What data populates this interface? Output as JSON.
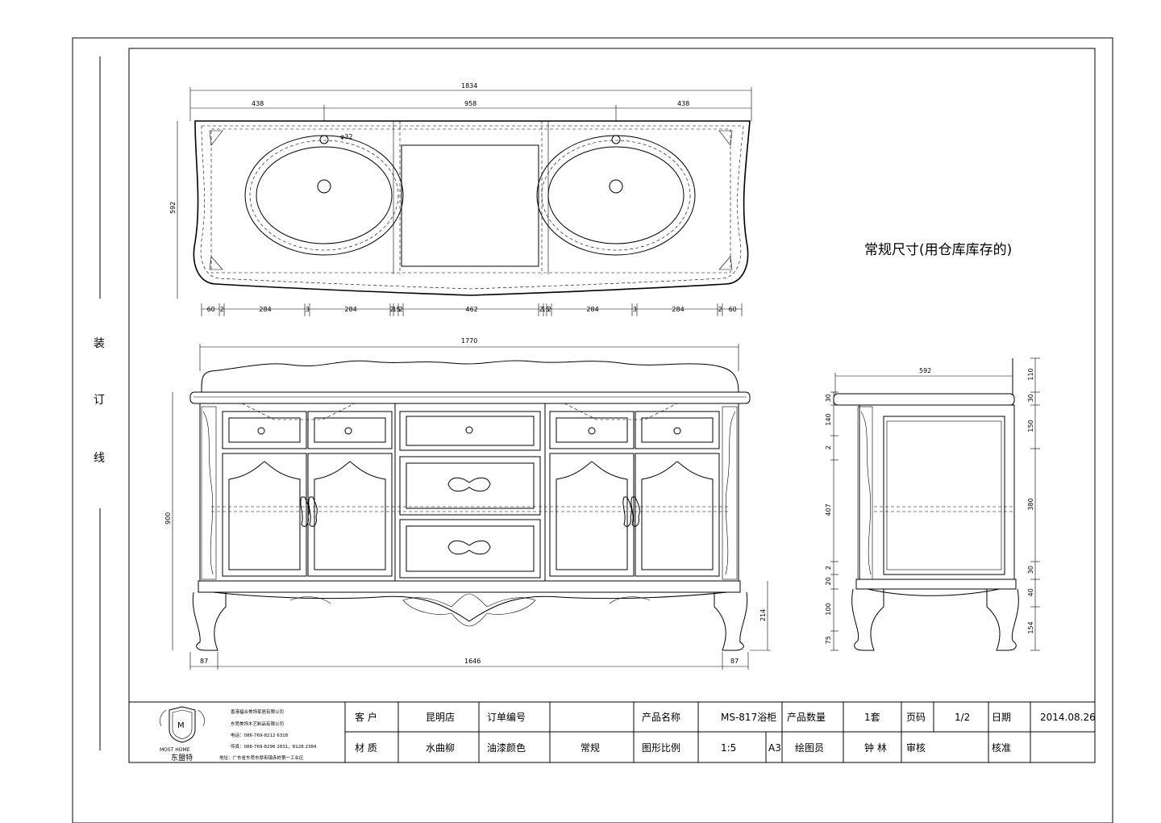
{
  "binding_line": [
    "装",
    "订",
    "线"
  ],
  "heading": "常规尺寸(用仓库库存的)",
  "top_view": {
    "overall": "1834",
    "top_segments": [
      "438",
      "958",
      "438"
    ],
    "depth": "592",
    "hole": "φ32",
    "bottom_segments": [
      "60",
      "2",
      "284",
      "3",
      "284",
      "2",
      "15",
      "2",
      "462",
      "2",
      "15",
      "2",
      "284",
      "3",
      "284",
      "2",
      "60"
    ]
  },
  "front_view": {
    "top_width": "1770",
    "height": "900",
    "leg_height": "214",
    "base_left": "87",
    "base_width": "1646",
    "base_right": "87"
  },
  "side_view": {
    "width": "592",
    "left_dims": [
      "30",
      "140",
      "2",
      "407",
      "2",
      "20",
      "100",
      "75"
    ],
    "right_dims": [
      "110",
      "30",
      "150",
      "380",
      "30",
      "40",
      "154"
    ]
  },
  "title_block": {
    "company_lines": [
      "香港福合美饰家居有限公司",
      "东莞美饰木艺制品有限公司",
      "电话：086-769-8212 6318",
      "传真：086-769-8296 2831，8128 2384",
      "地址：广东省东莞市厚街镇赤岭第一工业区"
    ],
    "logo_en": "MOST HOME",
    "logo_cn": "东盟特",
    "row1": {
      "customer_label": "客 户",
      "customer": "昆明店",
      "order_label": "订单编号",
      "order": "",
      "product_label": "产品名称",
      "product": "MS-817浴柜",
      "qty_label": "产品数量",
      "qty": "1套",
      "page_label": "页码",
      "page": "1/2",
      "date_label": "日期",
      "date": "2014.08.26"
    },
    "row2": {
      "material_label": "材 质",
      "material": "水曲柳",
      "finish_label": "油漆颜色",
      "finish": "常规",
      "scale_label": "图形比例",
      "scale": "1:5",
      "paper": "A3",
      "drafter_label": "绘图员",
      "drafter": "钟 林",
      "check_label": "审核",
      "check": "",
      "approve_label": "核准",
      "approve": ""
    }
  }
}
